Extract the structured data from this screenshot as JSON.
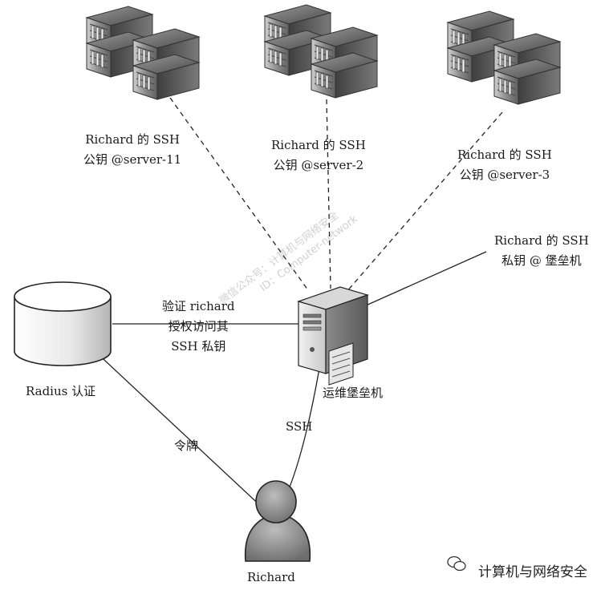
{
  "servers": [
    {
      "label_line1": "Richard 的 SSH",
      "label_line2": "公钥 @server-11"
    },
    {
      "label_line1": "Richard 的 SSH",
      "label_line2": "公钥 @server-2"
    },
    {
      "label_line1": "Richard 的 SSH",
      "label_line2": "公钥 @server-3"
    }
  ],
  "bastion": {
    "label": "运维堡垒机",
    "private_key_line1": "Richard 的 SSH",
    "private_key_line2": "私钥 @ 堡垒机"
  },
  "radius": {
    "label": "Radius 认证",
    "edge_line1": "验证 richard",
    "edge_line2": "授权访问其",
    "edge_line3": "SSH 私钥"
  },
  "user": {
    "label": "Richard",
    "token_label": "令牌",
    "ssh_label": "SSH"
  },
  "watermark": {
    "line1": "微信公众号：计算机与网络安全",
    "line2": "ID：Computer-network"
  },
  "brand": {
    "text": "计算机与网络安全",
    "icon": "wechat-icon"
  }
}
